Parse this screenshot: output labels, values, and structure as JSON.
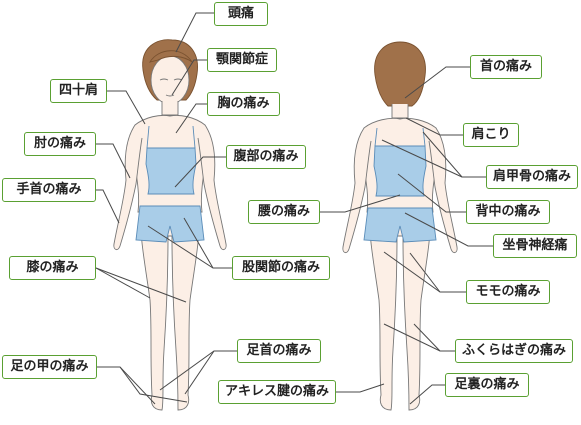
{
  "colors": {
    "label_border": "#5aa032",
    "line": "#4a4a4a",
    "garment": "#a9cde8",
    "skin": "#fbeee4",
    "hair": "#9a6b3f"
  },
  "labels": {
    "headache": "頭痛",
    "jaw": "顎関節症",
    "shoulder_front": "四十肩",
    "chest": "胸の痛み",
    "elbow": "肘の痛み",
    "abdomen": "腹部の痛み",
    "wrist": "手首の痛み",
    "hip_joint": "股関節の痛み",
    "knee": "膝の痛み",
    "ankle": "足首の痛み",
    "instep": "足の甲の痛み",
    "achilles": "アキレス腱の痛み",
    "neck": "首の痛み",
    "stiff_shoulder": "肩こり",
    "scapula": "肩甲骨の痛み",
    "lower_back": "腰の痛み",
    "mid_back": "背中の痛み",
    "sciatica": "坐骨神経痛",
    "thigh": "モモの痛み",
    "calf": "ふくらはぎの痛み",
    "sole": "足裏の痛み"
  }
}
